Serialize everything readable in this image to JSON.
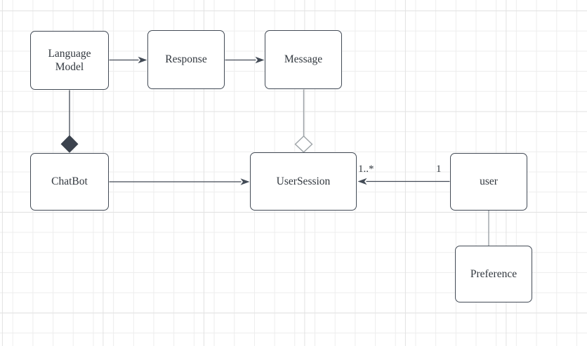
{
  "diagram": {
    "nodes": {
      "language_model": {
        "label": "Language Model"
      },
      "response": {
        "label": "Response"
      },
      "message": {
        "label": "Message"
      },
      "chatbot": {
        "label": "ChatBot"
      },
      "user_session": {
        "label": "UserSession"
      },
      "user": {
        "label": "user"
      },
      "preference": {
        "label": "Preference"
      }
    },
    "edges": {
      "language_model_to_response": {
        "type": "directed-association"
      },
      "response_to_message": {
        "type": "directed-association"
      },
      "language_model_to_chatbot": {
        "type": "composition"
      },
      "message_to_user_session": {
        "type": "aggregation"
      },
      "chatbot_to_user_session": {
        "type": "directed-association"
      },
      "user_to_user_session": {
        "type": "directed-association",
        "source_multiplicity": "1",
        "target_multiplicity": "1..*"
      },
      "user_to_preference": {
        "type": "association"
      }
    },
    "colors": {
      "node_border": "#434b56",
      "node_fill": "#ffffff",
      "edge_dark": "#434b56",
      "edge_gray": "#9da3a7",
      "text": "#32383f",
      "grid_minor": "#ededed",
      "grid_major": "#e2e2e2",
      "canvas_background": "#ffffff"
    }
  }
}
